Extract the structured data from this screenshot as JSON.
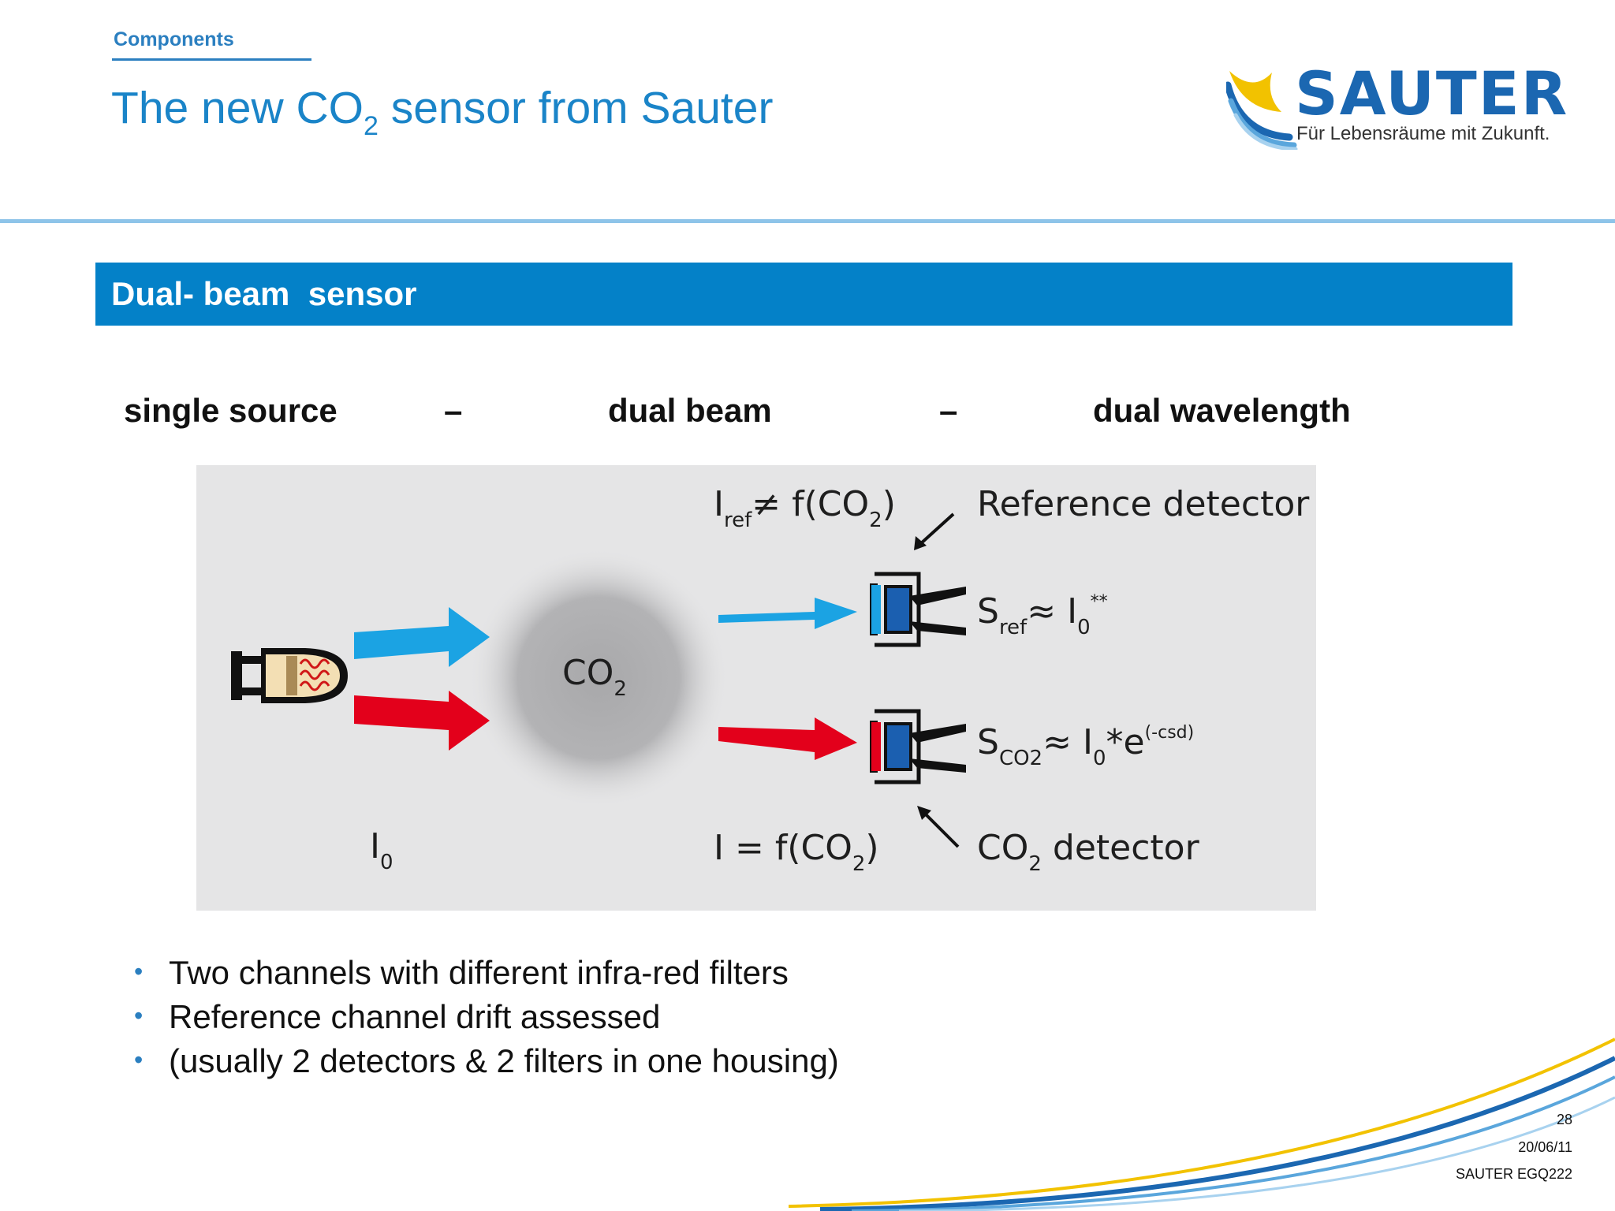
{
  "header": {
    "section": "Components",
    "title_prefix": "The new CO",
    "title_sub": "2",
    "title_suffix": " sensor from Sauter"
  },
  "logo": {
    "name": "SAUTER",
    "tagline": "Für Lebensräume mit Zukunft."
  },
  "banner": {
    "text": "Dual- beam  sensor"
  },
  "tagline": {
    "part1": "single source",
    "dash1": "–",
    "part2": "dual beam",
    "dash2": "–",
    "part3": "dual wavelength"
  },
  "diagram": {
    "co2_main": "CO",
    "co2_sub": "2",
    "i0_main": "I",
    "i0_sub": "0",
    "iref_main": "I",
    "iref_sub": "ref",
    "iref_rest": "≠ f(CO",
    "iref_sub2": "2",
    "iref_close": ")",
    "ref_detector": "Reference detector",
    "sref_main": "S",
    "sref_sub": "ref",
    "sref_approx": "≈ I",
    "sref_sub2": "0",
    "sref_sup": "**",
    "sco2_main": "S",
    "sco2_sub": "CO2",
    "sco2_approx": "≈ I",
    "sco2_sub2": "0",
    "sco2_rest": "*e",
    "sco2_sup": "(-csd)",
    "ifco2_main": "I = f(CO",
    "ifco2_sub": "2",
    "ifco2_close": ")",
    "co2det_main": "CO",
    "co2det_sub": "2",
    "co2det_rest": " detector",
    "colors": {
      "reference_beam": "#1ba3e3",
      "co2_beam": "#e3001b",
      "filter_blue": "#1b5fb0"
    }
  },
  "bullets": [
    "Two channels with different infra-red filters",
    "Reference channel drift assessed",
    "(usually 2 detectors & 2 filters in one housing)"
  ],
  "footer": {
    "page": "28",
    "date": "20/06/11",
    "doc": "SAUTER EGQ222"
  }
}
